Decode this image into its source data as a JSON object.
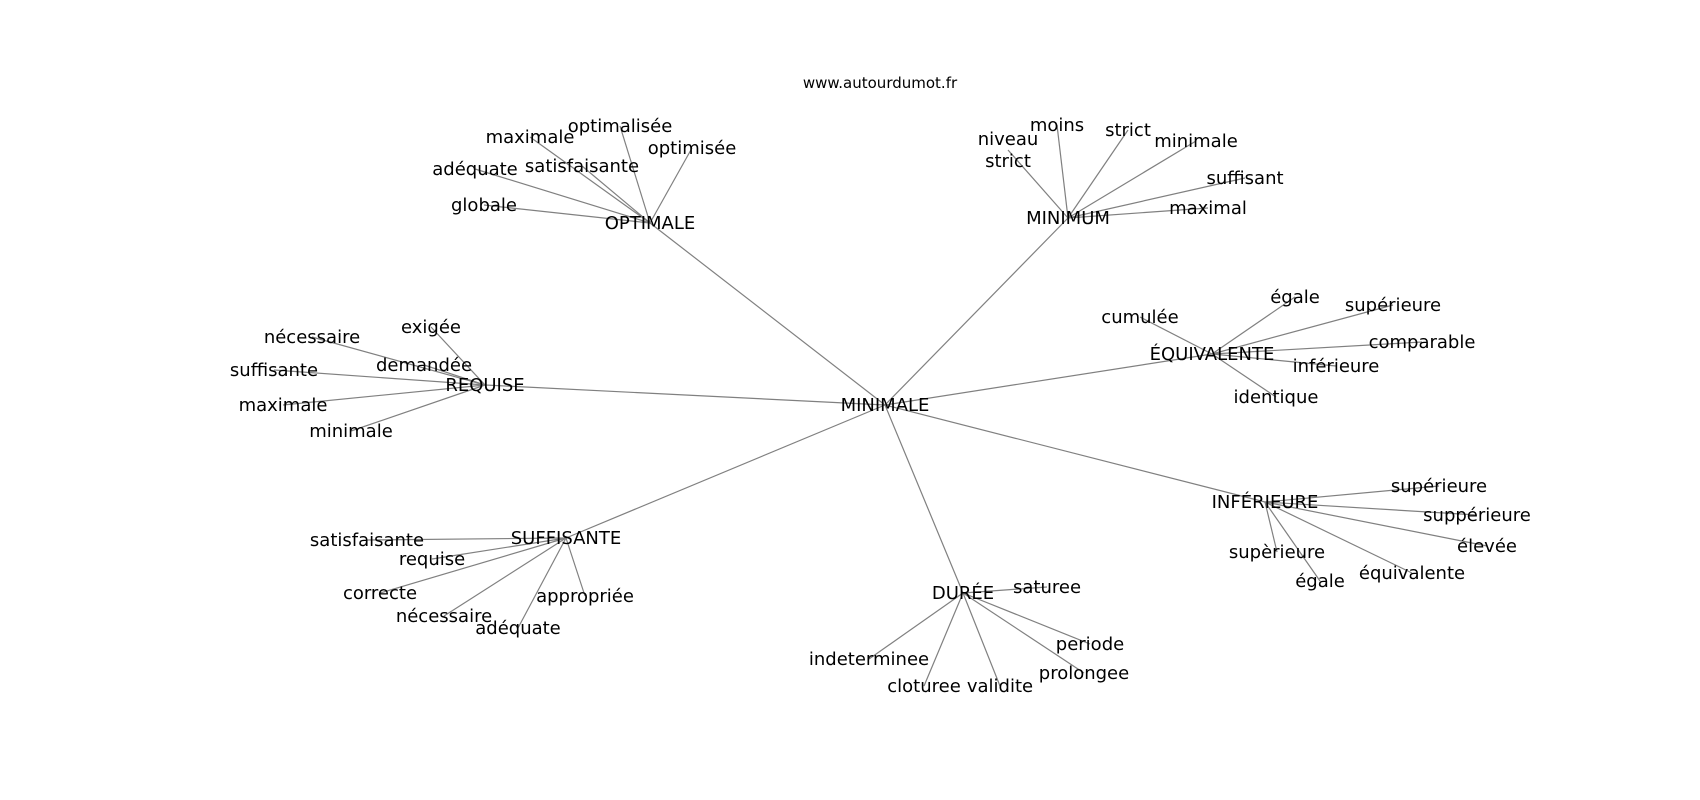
{
  "site": "www.autourdumot.fr",
  "graph": {
    "center": "MINIMALE",
    "hubs": [
      {
        "label": "OPTIMALE",
        "leaves": [
          "optimalisée",
          "maximale",
          "optimisée",
          "satisfaisante",
          "adéquate",
          "globale"
        ]
      },
      {
        "label": "MINIMUM",
        "leaves": [
          "moins",
          "strict",
          "niveau\nstrict",
          "minimale",
          "suffisant",
          "maximal"
        ]
      },
      {
        "label": "ÉQUIVALENTE",
        "leaves": [
          "égale",
          "cumulée",
          "supérieure",
          "comparable",
          "inférieure",
          "identique"
        ]
      },
      {
        "label": "INFÉRIEURE",
        "leaves": [
          "supérieure",
          "suppérieure",
          "élevée",
          "équivalente",
          "égale",
          "supèrieure"
        ]
      },
      {
        "label": "DURÉE",
        "leaves": [
          "saturee",
          "periode",
          "prolongee",
          "validite",
          "cloturee",
          "indeterminee"
        ]
      },
      {
        "label": "SUFFISANTE",
        "leaves": [
          "satisfaisante",
          "requise",
          "correcte",
          "nécessaire",
          "adéquate",
          "appropriée"
        ]
      },
      {
        "label": "REQUISE",
        "leaves": [
          "exigée",
          "nécessaire",
          "demandée",
          "suffisante",
          "maximale",
          "minimale"
        ]
      }
    ]
  }
}
